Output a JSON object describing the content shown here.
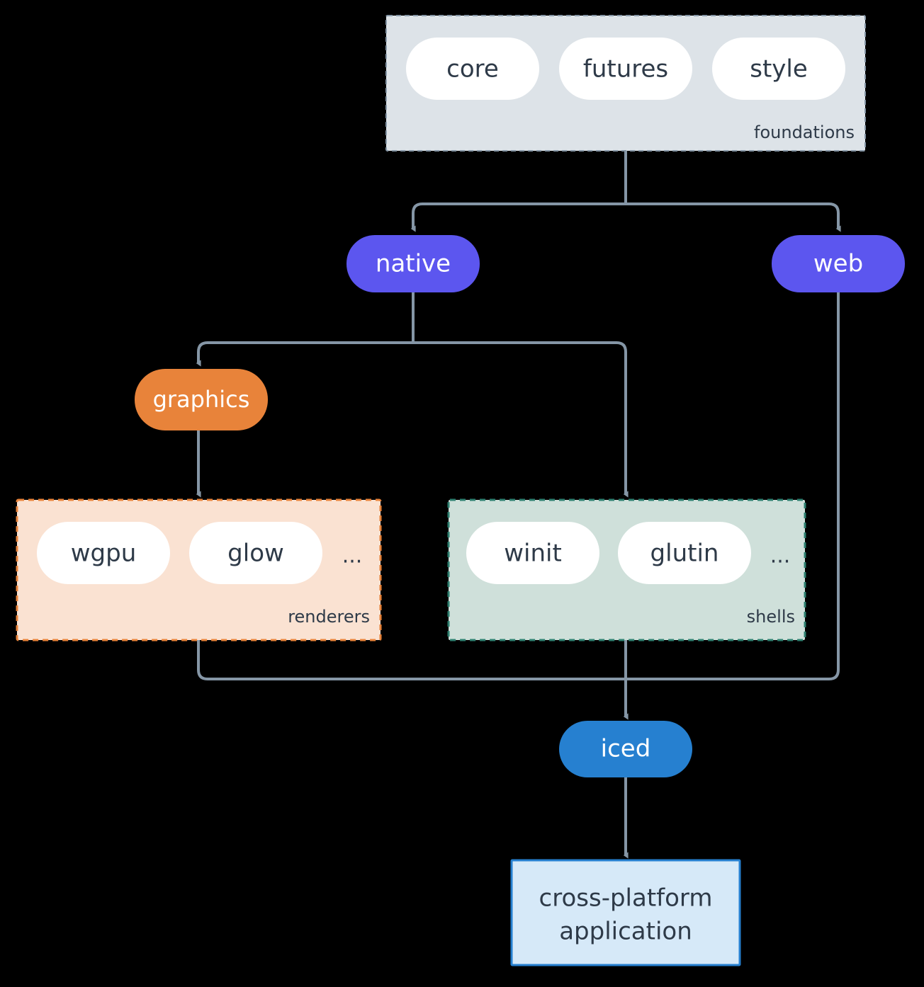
{
  "diagram": {
    "type": "architecture-flow",
    "background_color": "#000000",
    "edge_color": "#8596a6",
    "text_dark_color": "#2e3a48",
    "groups": [
      {
        "id": "foundations",
        "caption": "foundations",
        "fill": "#dde3e8",
        "border_color": "#8596a6",
        "border_style": "dashed",
        "items": [
          "core",
          "futures",
          "style"
        ],
        "has_ellipsis": false
      },
      {
        "id": "renderers",
        "caption": "renderers",
        "fill": "#fae2d2",
        "border_color": "#e8833a",
        "border_style": "dashed",
        "items": [
          "wgpu",
          "glow"
        ],
        "has_ellipsis": true,
        "ellipsis": "..."
      },
      {
        "id": "shells",
        "caption": "shells",
        "fill": "#cfe0da",
        "border_color": "#2e8070",
        "border_style": "dashed",
        "items": [
          "winit",
          "glutin"
        ],
        "has_ellipsis": true,
        "ellipsis": "..."
      }
    ],
    "nodes": [
      {
        "id": "native",
        "label": "native",
        "fill": "#5c56ef",
        "text_color": "#ffffff",
        "shape": "pill"
      },
      {
        "id": "web",
        "label": "web",
        "fill": "#5c56ef",
        "text_color": "#ffffff",
        "shape": "pill"
      },
      {
        "id": "graphics",
        "label": "graphics",
        "fill": "#e8833a",
        "text_color": "#ffffff",
        "shape": "pill"
      },
      {
        "id": "iced",
        "label": "iced",
        "fill": "#2680d0",
        "text_color": "#ffffff",
        "shape": "pill"
      },
      {
        "id": "application",
        "label_line1": "cross-platform",
        "label_line2": "application",
        "fill": "#d6e9f8",
        "border_color": "#2680d0",
        "text_color": "#2e3a48",
        "shape": "rect"
      }
    ],
    "edges": [
      {
        "from": "foundations",
        "to": "native"
      },
      {
        "from": "foundations",
        "to": "web"
      },
      {
        "from": "native",
        "to": "graphics"
      },
      {
        "from": "native",
        "to": "shells"
      },
      {
        "from": "graphics",
        "to": "renderers"
      },
      {
        "from": "renderers",
        "to": "iced"
      },
      {
        "from": "shells",
        "to": "iced"
      },
      {
        "from": "web",
        "to": "iced"
      },
      {
        "from": "iced",
        "to": "application"
      }
    ]
  }
}
